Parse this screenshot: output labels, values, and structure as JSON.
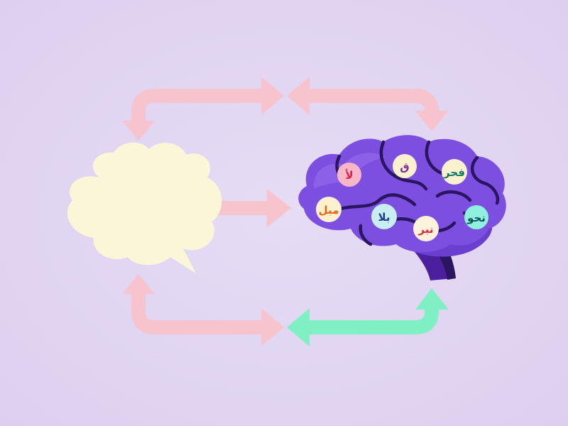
{
  "colors": {
    "background": "#e3d8f3",
    "arrow_pink": "#f7c3cd",
    "arrow_mint": "#7ef0c4",
    "cloud": "#fcf6d9",
    "brain_main": "#7c4fe0",
    "brain_light": "#9a70ee",
    "brain_dark": "#4b1f9e",
    "brain_groove": "#2a1660"
  },
  "arrows": [
    {
      "name": "top-arrow-left-half",
      "color": "pink"
    },
    {
      "name": "top-arrow-right-half",
      "color": "pink"
    },
    {
      "name": "middle-arrow",
      "color": "pink"
    },
    {
      "name": "bottom-arrow-left-half",
      "color": "pink"
    },
    {
      "name": "bottom-arrow-right-half",
      "color": "mint"
    }
  ],
  "brain": {
    "badges": [
      {
        "id": "badge-1",
        "text": "لأ",
        "bg": "#f8b7c8",
        "fg": "#d8204a"
      },
      {
        "id": "badge-2",
        "text": "ق",
        "bg": "#fbf1ce",
        "fg": "#7e2f9e"
      },
      {
        "id": "badge-3",
        "text": "فحر",
        "bg": "#fbf1ce",
        "fg": "#0f7a63"
      },
      {
        "id": "badge-4",
        "text": "مبل",
        "bg": "#fbf1ce",
        "fg": "#e3661a"
      },
      {
        "id": "badge-5",
        "text": "بلا",
        "bg": "#c8eef2",
        "fg": "#243a8e"
      },
      {
        "id": "badge-6",
        "text": "نبر",
        "bg": "#fdf3dc",
        "fg": "#d72a3d"
      },
      {
        "id": "badge-7",
        "text": "نحو",
        "bg": "#8ff0e0",
        "fg": "#0d4f55"
      }
    ]
  }
}
